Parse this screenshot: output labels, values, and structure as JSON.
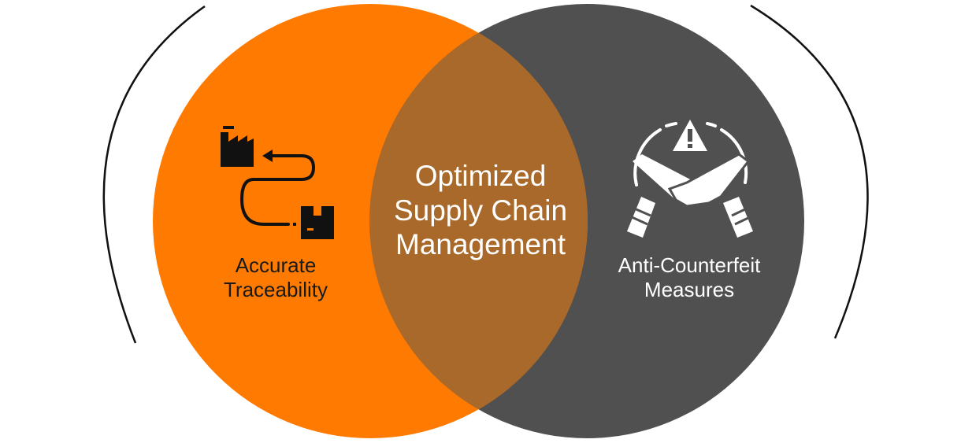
{
  "diagram": {
    "colors": {
      "left_circle": "#FF7A00",
      "right_circle": "#505050",
      "overlap": "#A8692B",
      "left_text": "#1a1a1a",
      "right_text": "#ffffff",
      "center_text": "#ffffff",
      "brackets": "#111111"
    },
    "left": {
      "icon": "factory-to-package-traceability-icon",
      "label_line1": "Accurate",
      "label_line2": "Traceability"
    },
    "right": {
      "icon": "crossed-hands-warning-icon",
      "label_line1": "Anti-Counterfeit",
      "label_line2": "Measures"
    },
    "center": {
      "label_line1": "Optimized",
      "label_line2": "Supply Chain",
      "label_line3": "Management"
    }
  }
}
